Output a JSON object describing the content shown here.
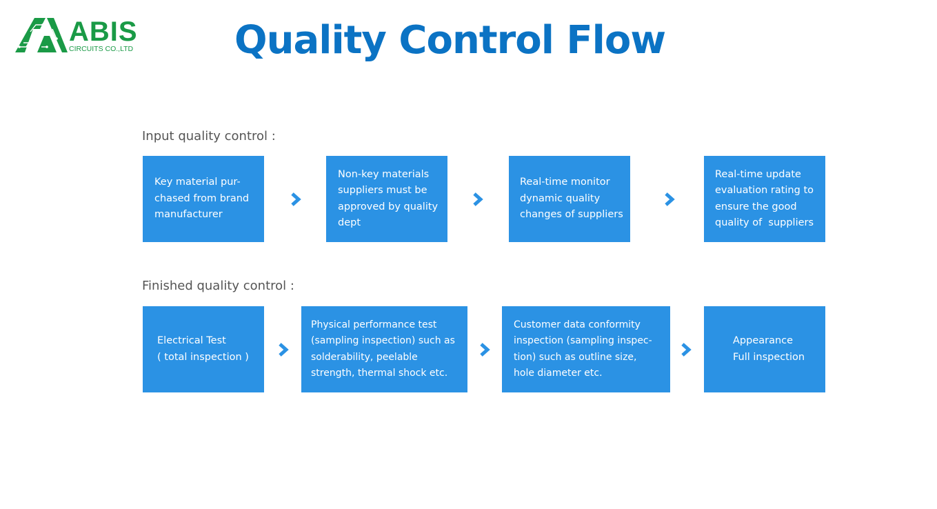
{
  "logo": {
    "wordmark": "ABIS",
    "subtitle": "CIRCUITS CO.,LTD",
    "brand_color": "#1a9a46"
  },
  "title": "Quality Control Flow",
  "colors": {
    "title": "#0b73c4",
    "box_fill": "#2b92e4",
    "box_text": "#ffffff",
    "label_text": "#555555"
  },
  "sections": [
    {
      "label": "Input quality control :",
      "steps": [
        "Key material pur-\nchased from brand\nmanufacturer",
        "Non-key materials\nsuppliers must be\napproved by quality\ndept",
        "Real-time monitor\ndynamic quality\nchanges of suppliers",
        "Real-time update\nevaluation rating to\nensure the good\nquality of  suppliers"
      ]
    },
    {
      "label": "Finished quality control :",
      "steps": [
        "Electrical Test\n( total inspection )",
        "Physical performance test\n(sampling inspection) such as\nsolderability, peelable\nstrength, thermal shock etc.",
        "Customer data conformity\ninspection (sampling inspec-\ntion) such as outline size,\nhole diameter etc.",
        "Appearance\nFull inspection"
      ]
    }
  ]
}
